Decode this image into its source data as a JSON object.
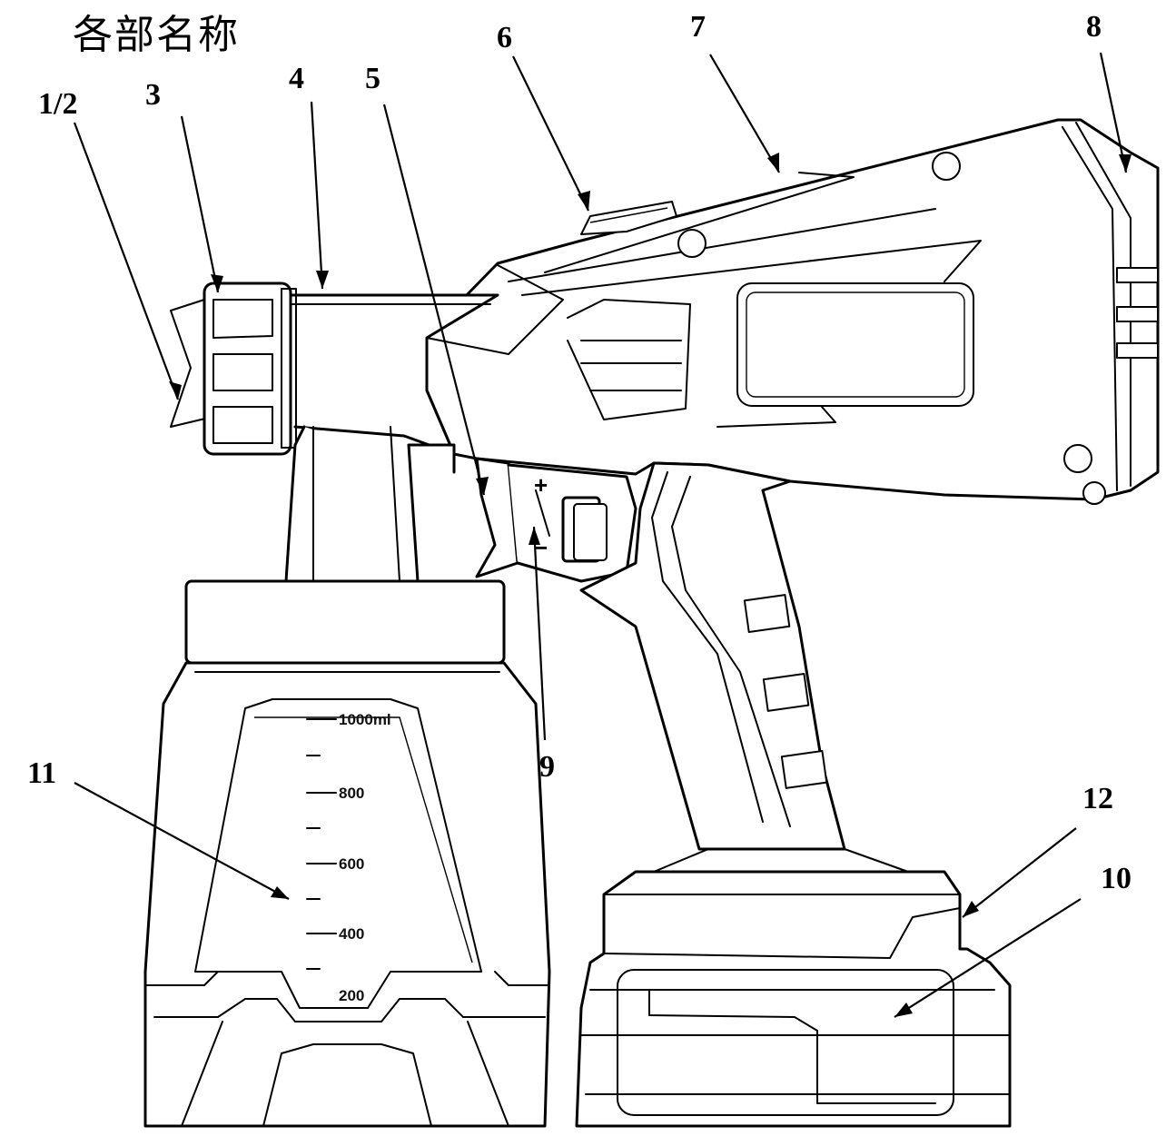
{
  "title": "各部名称",
  "callouts": [
    {
      "id": "1-2",
      "label": "1/2"
    },
    {
      "id": "3",
      "label": "3"
    },
    {
      "id": "4",
      "label": "4"
    },
    {
      "id": "5",
      "label": "5"
    },
    {
      "id": "6",
      "label": "6"
    },
    {
      "id": "7",
      "label": "7"
    },
    {
      "id": "8",
      "label": "8"
    },
    {
      "id": "9",
      "label": "9"
    },
    {
      "id": "10",
      "label": "10"
    },
    {
      "id": "11",
      "label": "11"
    },
    {
      "id": "12",
      "label": "12"
    }
  ],
  "container_scale": [
    "1000ml",
    "800",
    "600",
    "400",
    "200"
  ],
  "trigger_marks": {
    "plus": "+",
    "minus": "−"
  }
}
